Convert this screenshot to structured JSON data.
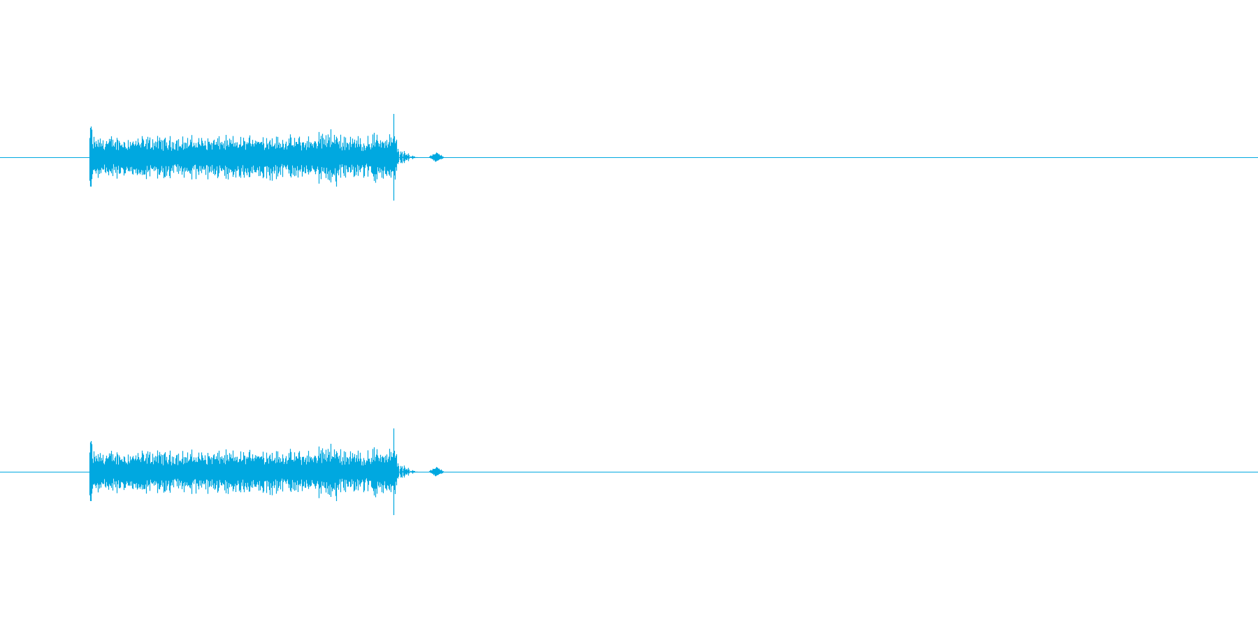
{
  "waveform": {
    "color": "#00a8e0",
    "channels": [
      {
        "name": "channel-left"
      },
      {
        "name": "channel-right"
      }
    ],
    "segments": [
      {
        "kind": "main-sound",
        "start_fraction": 0.071,
        "end_fraction": 0.315
      },
      {
        "kind": "small-blip",
        "start_fraction": 0.341,
        "end_fraction": 0.352
      }
    ]
  }
}
